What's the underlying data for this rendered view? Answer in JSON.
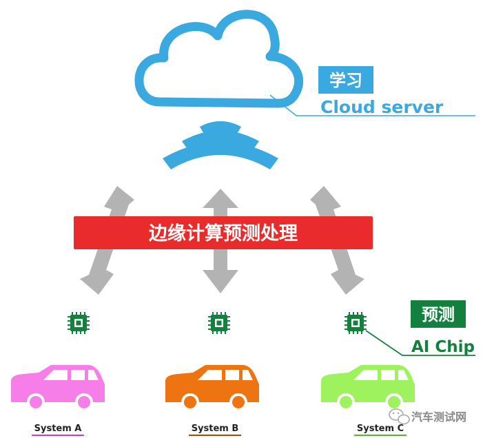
{
  "cloud": {
    "tag": "学习",
    "name": "Cloud server",
    "color": "#39a9e0"
  },
  "edge_banner": {
    "text": "边缘计算预测处理",
    "color": "#ea2b2b"
  },
  "chip": {
    "tag": "预测",
    "name": "AI Chip",
    "color": "#13803d",
    "icon": "chip-icon"
  },
  "arrow_color": "#b3b3b3",
  "systems": [
    {
      "label": "System A",
      "color": "#f57ee9",
      "underline": "#c63fc0"
    },
    {
      "label": "System B",
      "color": "#ee7411",
      "underline": "#a34c00"
    },
    {
      "label": "System C",
      "color": "#9df25e",
      "underline": "#5bb327"
    }
  ],
  "watermark": {
    "text": "汽车测试网",
    "icon": "wechat-icon"
  }
}
